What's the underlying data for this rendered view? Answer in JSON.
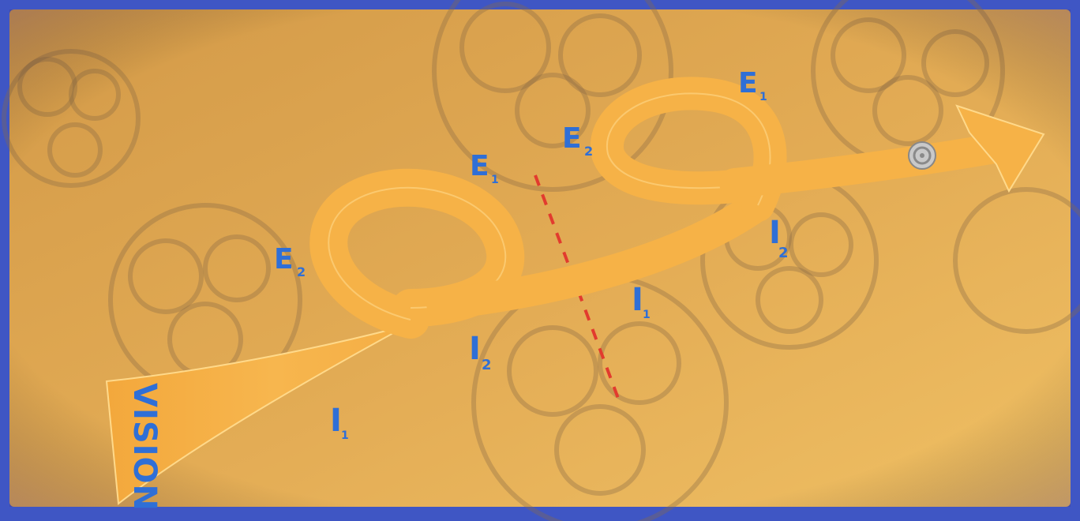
{
  "diagram": {
    "start_label": "VISION",
    "labels": [
      {
        "id": "e1-a",
        "main": "E",
        "sub": "1"
      },
      {
        "id": "e2-a",
        "main": "E",
        "sub": "2"
      },
      {
        "id": "i1-a",
        "main": "I",
        "sub": "1"
      },
      {
        "id": "i2-a",
        "main": "I",
        "sub": "2"
      },
      {
        "id": "e1-b",
        "main": "E",
        "sub": "1"
      },
      {
        "id": "e2-b",
        "main": "E",
        "sub": "2"
      },
      {
        "id": "i1-b",
        "main": "I",
        "sub": "1"
      },
      {
        "id": "i2-b",
        "main": "I",
        "sub": "2"
      }
    ],
    "colors": {
      "frame": "#3a4fb8",
      "background": "#d9a04a",
      "ribbon": "#f5b14a",
      "ribbon_edge": "#ffd98a",
      "label": "#2f6fd6",
      "divider": "#e23b2e"
    }
  }
}
